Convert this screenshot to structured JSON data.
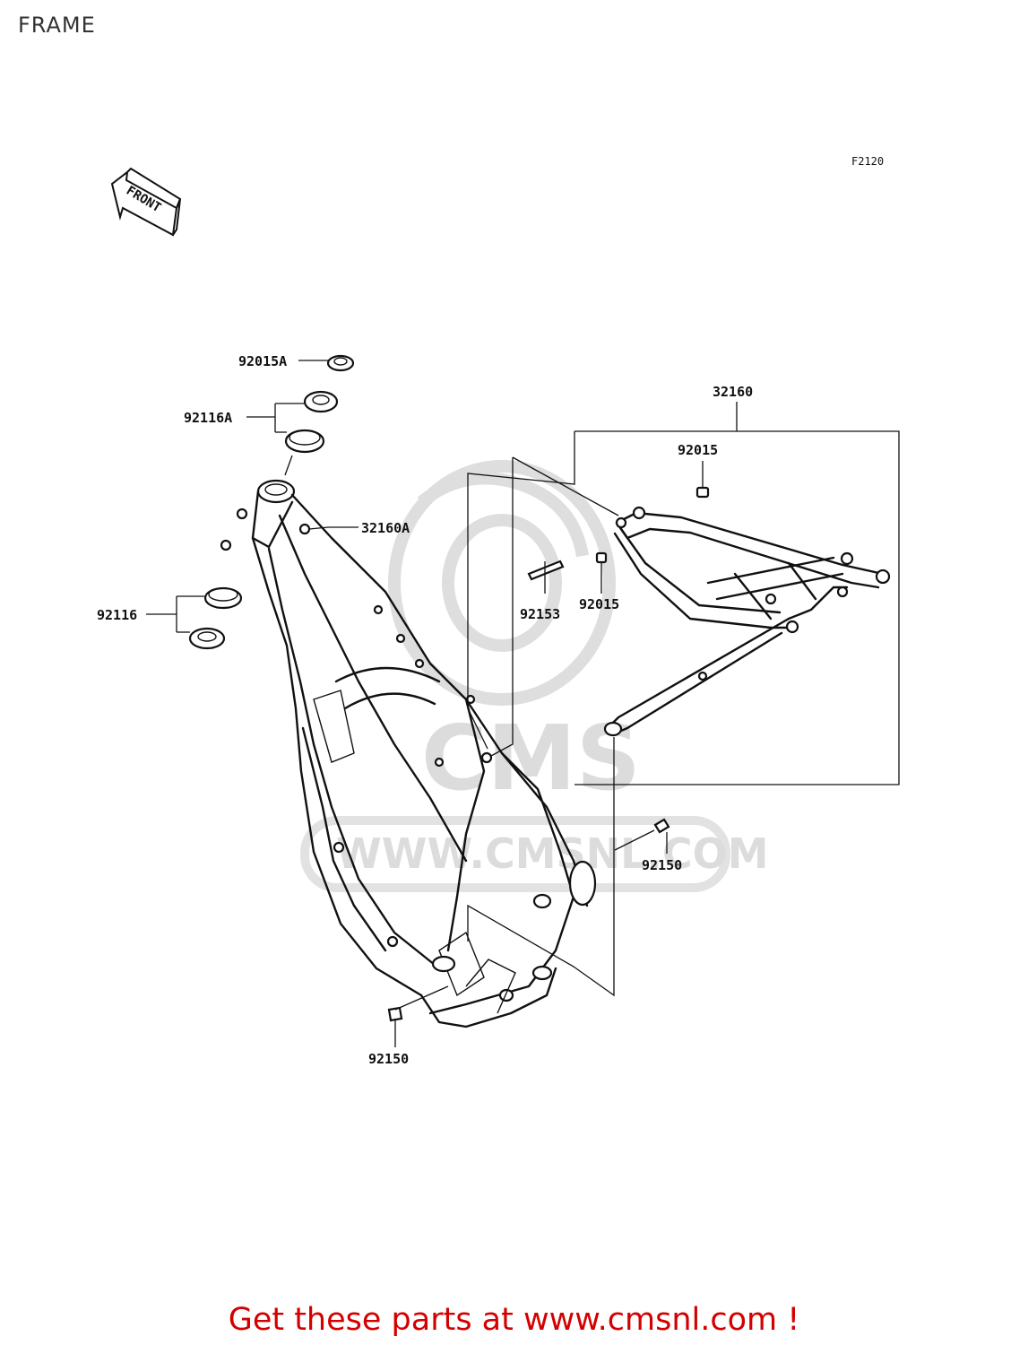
{
  "page": {
    "title": "FRAME"
  },
  "diagram": {
    "ref_code": "F2120",
    "front_label": "FRONT",
    "watermark": {
      "brand": "CMS",
      "url": "WWW.CMSNL.COM"
    },
    "callouts": {
      "p92015A": "92015A",
      "p92116A": "92116A",
      "p32160A": "32160A",
      "p92116": "92116",
      "p32160": "32160",
      "p92015_top": "92015",
      "p92153": "92153",
      "p92015_mid": "92015",
      "p92150_right": "92150",
      "p92150_bottom": "92150"
    }
  },
  "footer": {
    "promo_text": "Get these parts at www.cmsnl.com !",
    "promo_color": "#d40000"
  }
}
